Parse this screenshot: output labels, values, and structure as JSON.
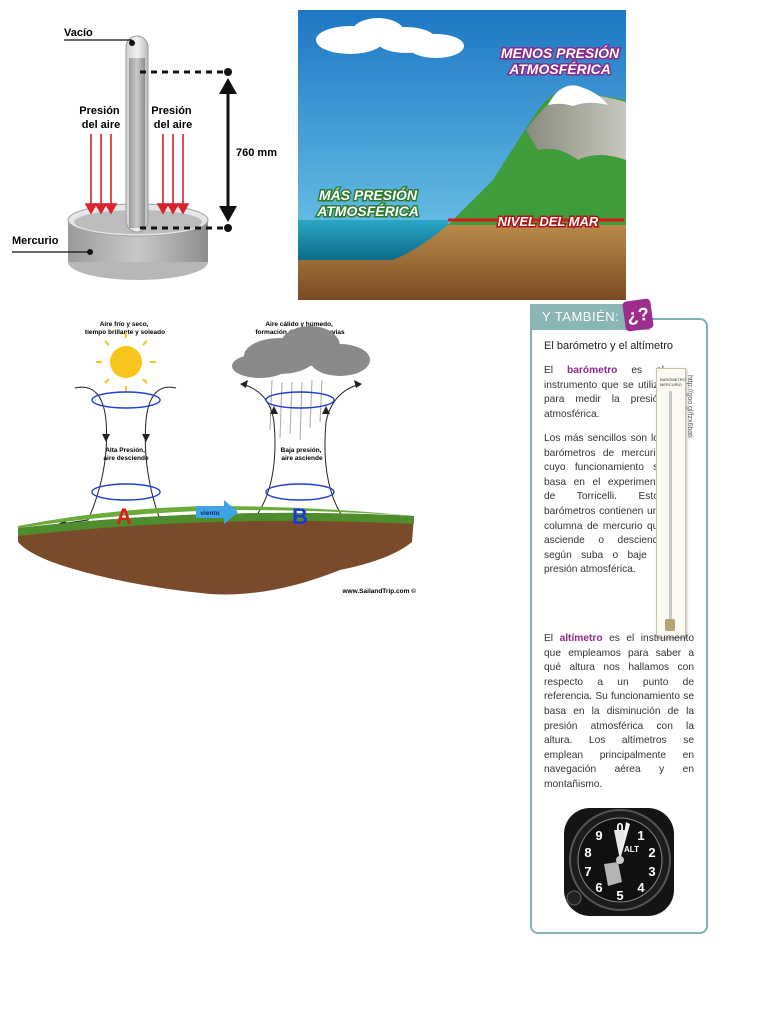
{
  "torricelli": {
    "vacuum_label": "Vacío",
    "air_pressure_left": [
      "Presión",
      "del aire"
    ],
    "air_pressure_right": [
      "Presión",
      "del aire"
    ],
    "height_label": "760 mm",
    "mercury_label": "Mercurio"
  },
  "mountain": {
    "less_pressure": [
      "MENOS PRESIÓN",
      "ATMOSFÉRICA"
    ],
    "more_pressure": [
      "MÁS PRESIÓN",
      "ATMOSFÉRICA"
    ],
    "sea_level": "NIVEL DEL MAR"
  },
  "weather": {
    "high_caption": [
      "Aire frío y seco,",
      "tiempo brillante y soleado"
    ],
    "low_caption": [
      "Aire cálido y húmedo,",
      "formación de nubes y lluvias"
    ],
    "high_label": [
      "Alta Presión,",
      "aire desciende"
    ],
    "low_label": [
      "Baja presión,",
      "aire asciende"
    ],
    "wind_label": "viento",
    "letter_a": "A",
    "letter_b": "B",
    "credit": "www.SailandTrip.com ©"
  },
  "sidebar": {
    "header": "Y TAMBIÉN:",
    "badge": "¿?",
    "title": "El barómetro y el altímetro",
    "p1_prefix": "El ",
    "p1_keyword": "barómetro",
    "p1_rest": " es el instrumento que se utiliza para medir la presión atmosférica.",
    "p2": "Los más sencillos son los barómetros de mercurio, cuyo funcionamiento se basa en el experimento de Torricelli. Estos barómetros contienen una columna de mercurio que asciende o desciende según suba o baje la presión atmosférica.",
    "p3_prefix": "El ",
    "p3_keyword": "altímetro",
    "p3_rest": " es el instrumento que empleamos para saber a qué altura nos hallamos con respecto a un punto de referencia. Su funcionamiento se basa en la disminución de la presión atmosférica con la altura. Los altímetros se emplean principalmente en navegación aérea y en montañismo.",
    "barometer_plate": "BARÓMETRO MERCURIO",
    "barometer_url": "http://goo.gl/fzx6bati",
    "altimeter_center": "ALT",
    "dial_numbers": [
      "0",
      "1",
      "2",
      "3",
      "4",
      "5",
      "6",
      "7",
      "8",
      "9"
    ]
  },
  "colors": {
    "arrow_red": "#d9222a",
    "purple_text": "#8b2b8a",
    "sidebar_border": "#7fb1b1",
    "swirl_blue": "#1d3fd0",
    "letter_a": "#e01a1a",
    "letter_b": "#1d38d8"
  }
}
